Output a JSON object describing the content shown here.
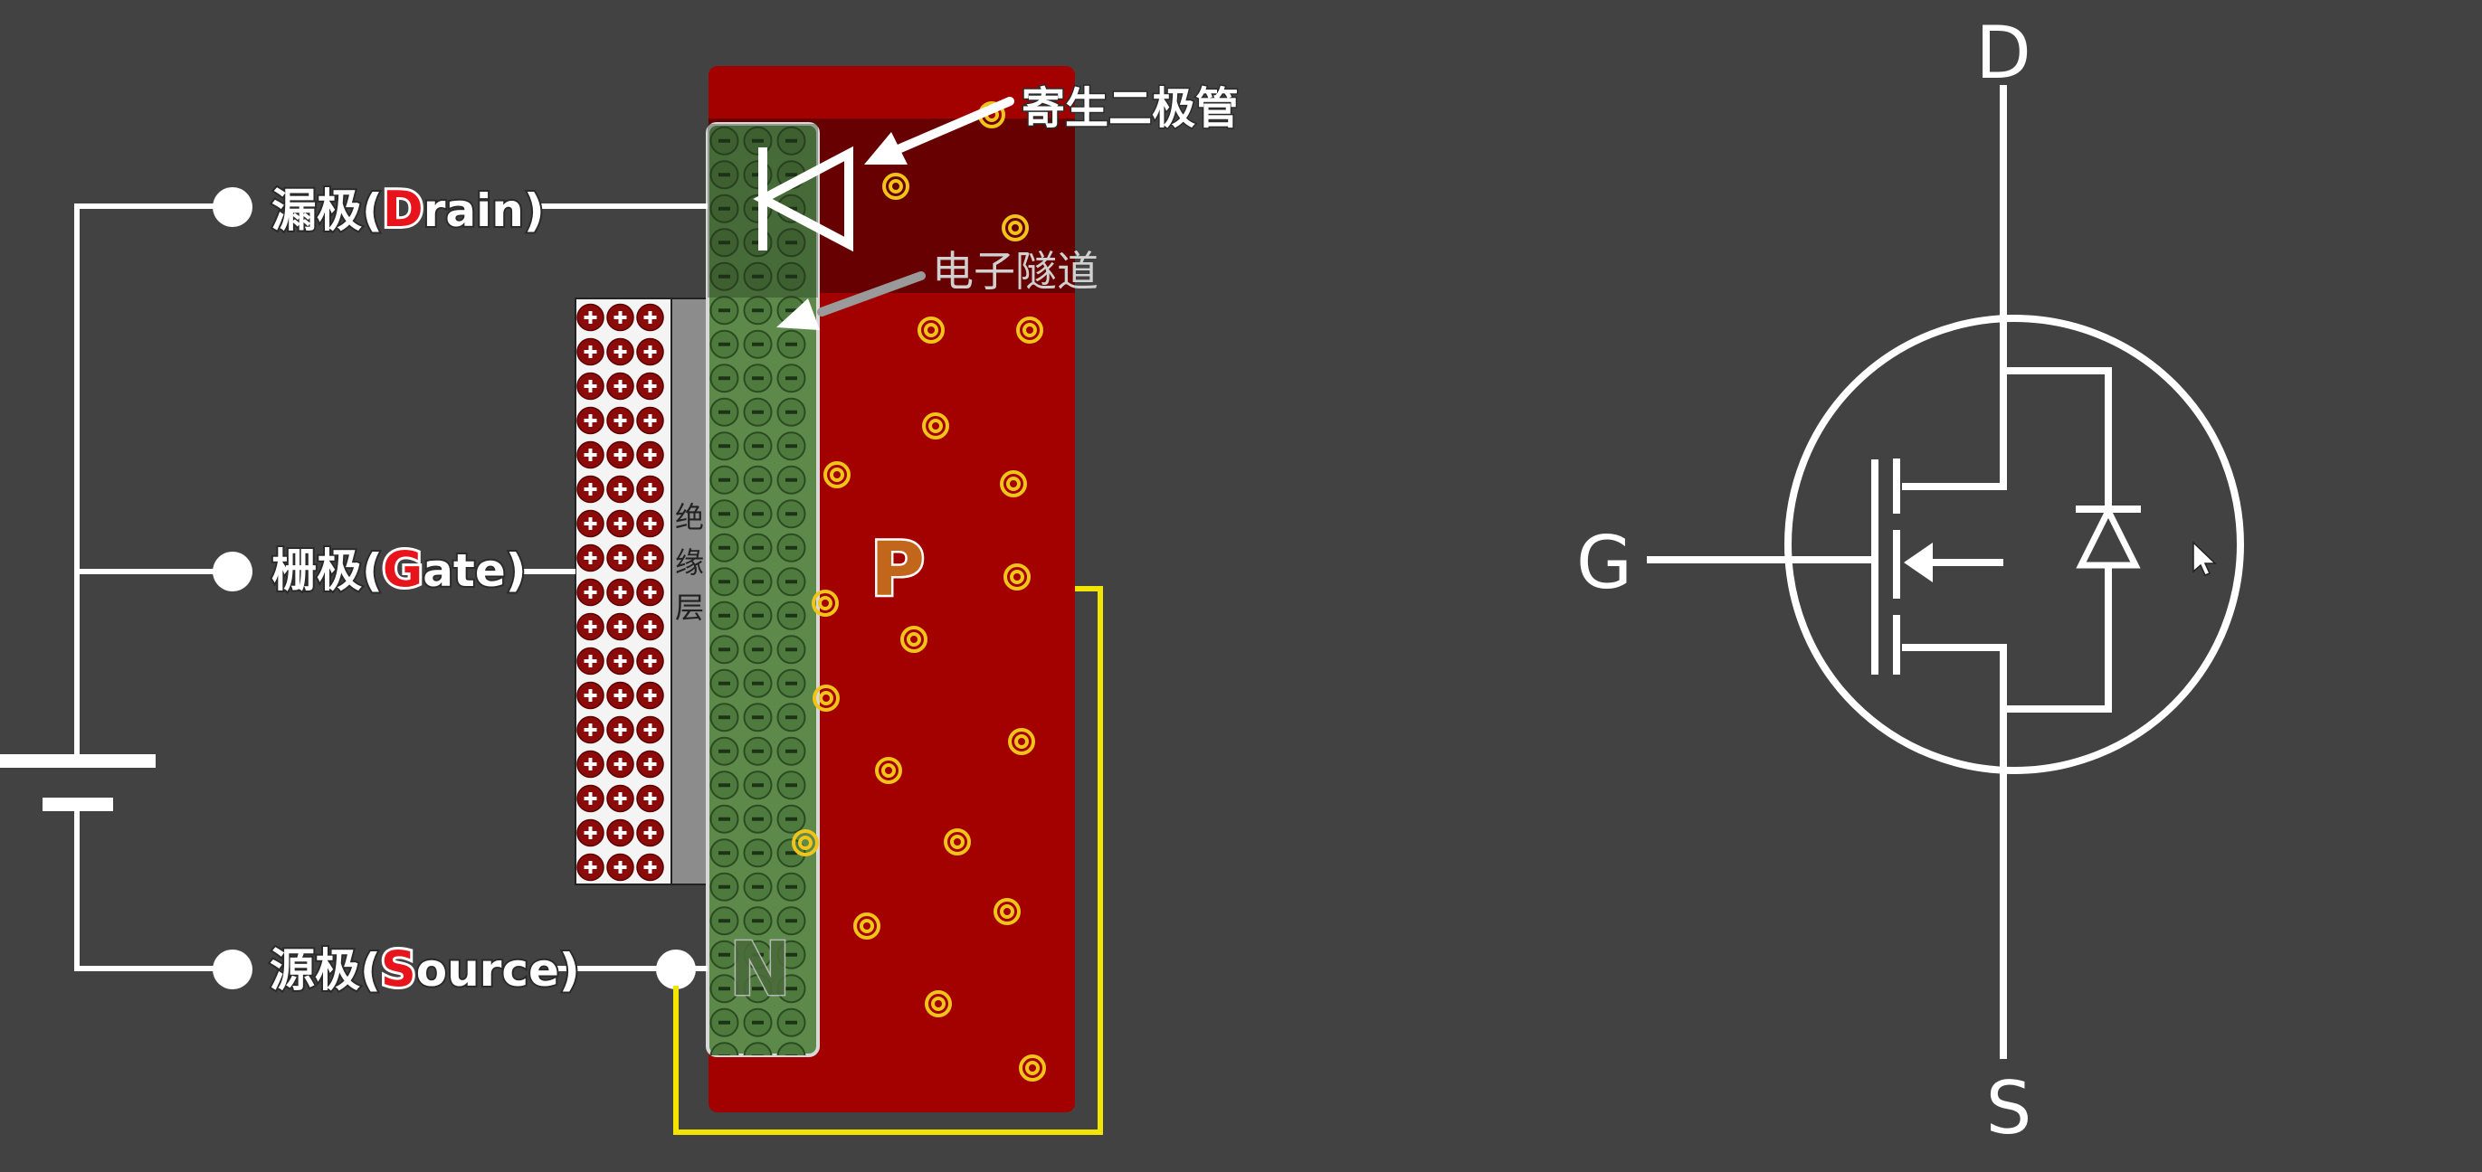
{
  "labels": {
    "drain_prefix": "漏极(",
    "drain_letter": "D",
    "drain_suffix": "rain)",
    "gate_prefix": "栅极(",
    "gate_letter": "G",
    "gate_suffix": "ate)",
    "source_prefix": "源极(",
    "source_letter": "S",
    "source_suffix": "ource)"
  },
  "annotations": {
    "parasitic_diode": "寄生二极管",
    "electron_tunnel": "电子隧道"
  },
  "device": {
    "insulator": [
      "绝",
      "缘",
      "层"
    ],
    "p_region": "P",
    "n_region": "N"
  },
  "symbol": {
    "drain": "D",
    "gate": "G",
    "source": "S"
  },
  "colors": {
    "background": "#424242",
    "p_substrate": "#a30000",
    "n_channel": "#5d8a4a",
    "positive_charge": "#8b0a0a",
    "wire": "#ffffff",
    "body_wire": "#f2e600",
    "hole": "#f0c419",
    "accent_letter": "#e8141c"
  },
  "icons": [
    "positive-charge-icon",
    "electron-icon",
    "hole-icon",
    "battery-icon",
    "diode-icon",
    "mosfet-symbol-icon",
    "cursor-icon"
  ]
}
